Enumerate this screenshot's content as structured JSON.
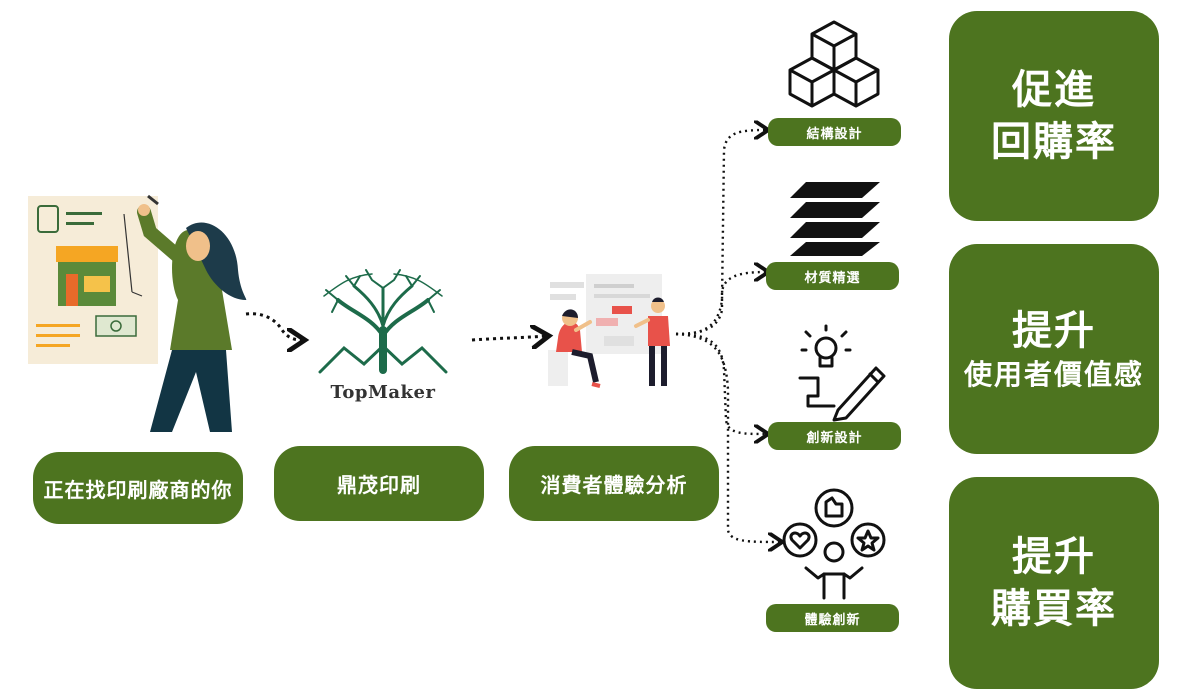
{
  "flow": [
    {
      "label": "正在找印刷廠商的你"
    },
    {
      "label": "鼎茂印刷"
    },
    {
      "label": "消費者體驗分析"
    }
  ],
  "brand": {
    "logo_text": "TopMaker"
  },
  "aspects": [
    {
      "label": "結構設計",
      "icon": "cubes-icon"
    },
    {
      "label": "材質精選",
      "icon": "layers-icon"
    },
    {
      "label": "創新設計",
      "icon": "lightbulb-pencil-icon"
    },
    {
      "label": "體驗創新",
      "icon": "person-reactions-icon"
    }
  ],
  "goals": [
    {
      "line1": "促進",
      "line2": "回購率"
    },
    {
      "line1": "提升",
      "line2": "使用者價值感"
    },
    {
      "line1": "提升",
      "line2": "購買率"
    }
  ],
  "colors": {
    "primary_green": "#4d741f",
    "accent_orange": "#f5a623",
    "accent_red": "#e8524a"
  }
}
